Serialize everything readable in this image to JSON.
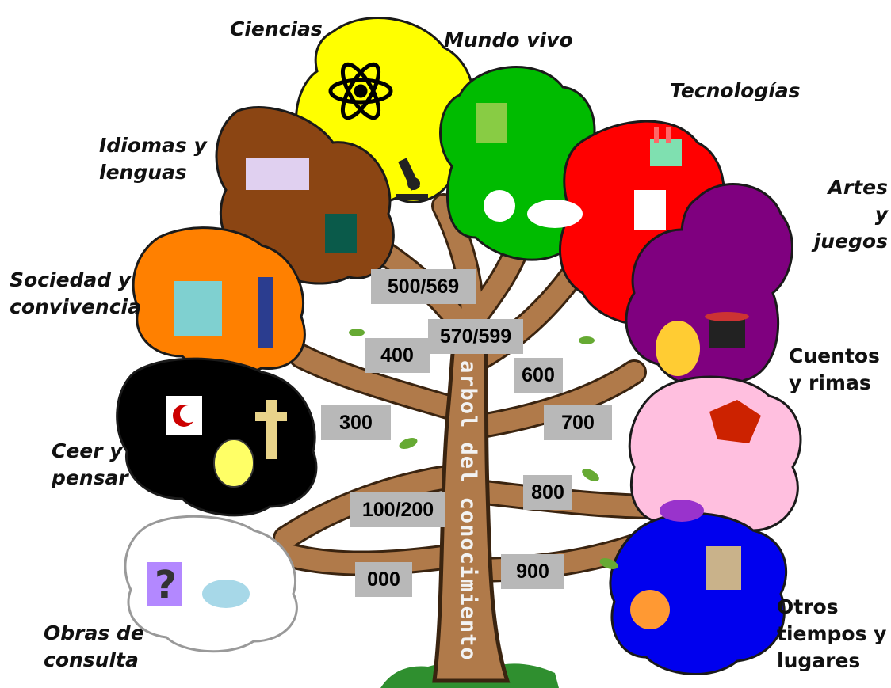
{
  "title_vertical": "arbol del conocimiento",
  "categories": [
    {
      "label": "Ciencias",
      "color": "#ffff00"
    },
    {
      "label": "Mundo vivo",
      "color": "#00cc00"
    },
    {
      "label": "Tecnologías",
      "color": "#ff0000"
    },
    {
      "label": "Idiomas y lenguas",
      "color": "#8b4513"
    },
    {
      "label": "Artes y juegos",
      "color": "#7f007f"
    },
    {
      "label": "Sociedad y convivencia",
      "color": "#ff8000"
    },
    {
      "label": "Cuentos y rimas",
      "color": "#ffbfdf"
    },
    {
      "label": "Ceer y pensar",
      "color": "#000000"
    },
    {
      "label": "Otros tiempos y lugares",
      "color": "#0000ff"
    },
    {
      "label": "Obras de consulta",
      "color": "#ffffff"
    }
  ],
  "codes": [
    "500/569",
    "570/599",
    "400",
    "600",
    "300",
    "700",
    "800",
    "100/200",
    "000",
    "900"
  ]
}
